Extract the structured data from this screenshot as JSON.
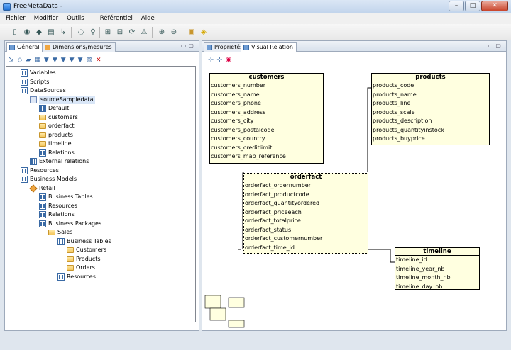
{
  "window": {
    "title": "FreeMetaData -"
  },
  "menu": [
    "Fichier",
    "Modifier",
    "Outils",
    "Référentiel",
    "Aide"
  ],
  "left_tabs": [
    "Général",
    "Dimensions/mesures"
  ],
  "right_tabs": [
    "Propriétés",
    "Visual Relation"
  ],
  "tree": [
    {
      "label": "Variables",
      "icon": "db"
    },
    {
      "label": "Scripts",
      "icon": "db"
    },
    {
      "label": "DataSources",
      "icon": "db"
    },
    {
      "label": "sourceSampledata",
      "icon": "src"
    },
    {
      "label": "Default",
      "icon": "db"
    },
    {
      "label": "customers",
      "icon": "folder"
    },
    {
      "label": "orderfact",
      "icon": "folder"
    },
    {
      "label": "products",
      "icon": "folder"
    },
    {
      "label": "timeline",
      "icon": "folder"
    },
    {
      "label": "Relations",
      "icon": "db"
    },
    {
      "label": "External relations",
      "icon": "db"
    },
    {
      "label": "Resources",
      "icon": "db"
    },
    {
      "label": "Business Models",
      "icon": "db"
    },
    {
      "label": "Retail",
      "icon": "diamond"
    },
    {
      "label": "Business Tables",
      "icon": "db"
    },
    {
      "label": "Resources",
      "icon": "db"
    },
    {
      "label": "Relations",
      "icon": "db"
    },
    {
      "label": "Business Packages",
      "icon": "db"
    },
    {
      "label": "Sales",
      "icon": "folder"
    },
    {
      "label": "Business Tables",
      "icon": "db"
    },
    {
      "label": "Customers",
      "icon": "folder"
    },
    {
      "label": "Products",
      "icon": "folder"
    },
    {
      "label": "Orders",
      "icon": "folder"
    },
    {
      "label": "Resources",
      "icon": "db"
    }
  ],
  "tables": {
    "customers": {
      "title": "customers",
      "fields": [
        "customers_number",
        "customers_name",
        "customers_phone",
        "customers_address",
        "customers_city",
        "customers_postalcode",
        "customers_country",
        "customers_creditlimit",
        "customers_map_reference"
      ]
    },
    "products": {
      "title": "products",
      "fields": [
        "products_code",
        "products_name",
        "products_line",
        "products_scale",
        "products_description",
        "products_quantityinstock",
        "products_buyprice"
      ]
    },
    "orderfact": {
      "title": "orderfact",
      "fields": [
        "orderfact_ordernumber",
        "orderfact_productcode",
        "orderfact_quantityordered",
        "orderfact_priceeach",
        "orderfact_totalprice",
        "orderfact_status",
        "orderfact_customernumber",
        "orderfact_time_id"
      ]
    },
    "timeline": {
      "title": "timeline",
      "fields": [
        "timeline_id",
        "timeline_year_nb",
        "timeline_month_nb",
        "timeline_day_nb"
      ]
    }
  }
}
